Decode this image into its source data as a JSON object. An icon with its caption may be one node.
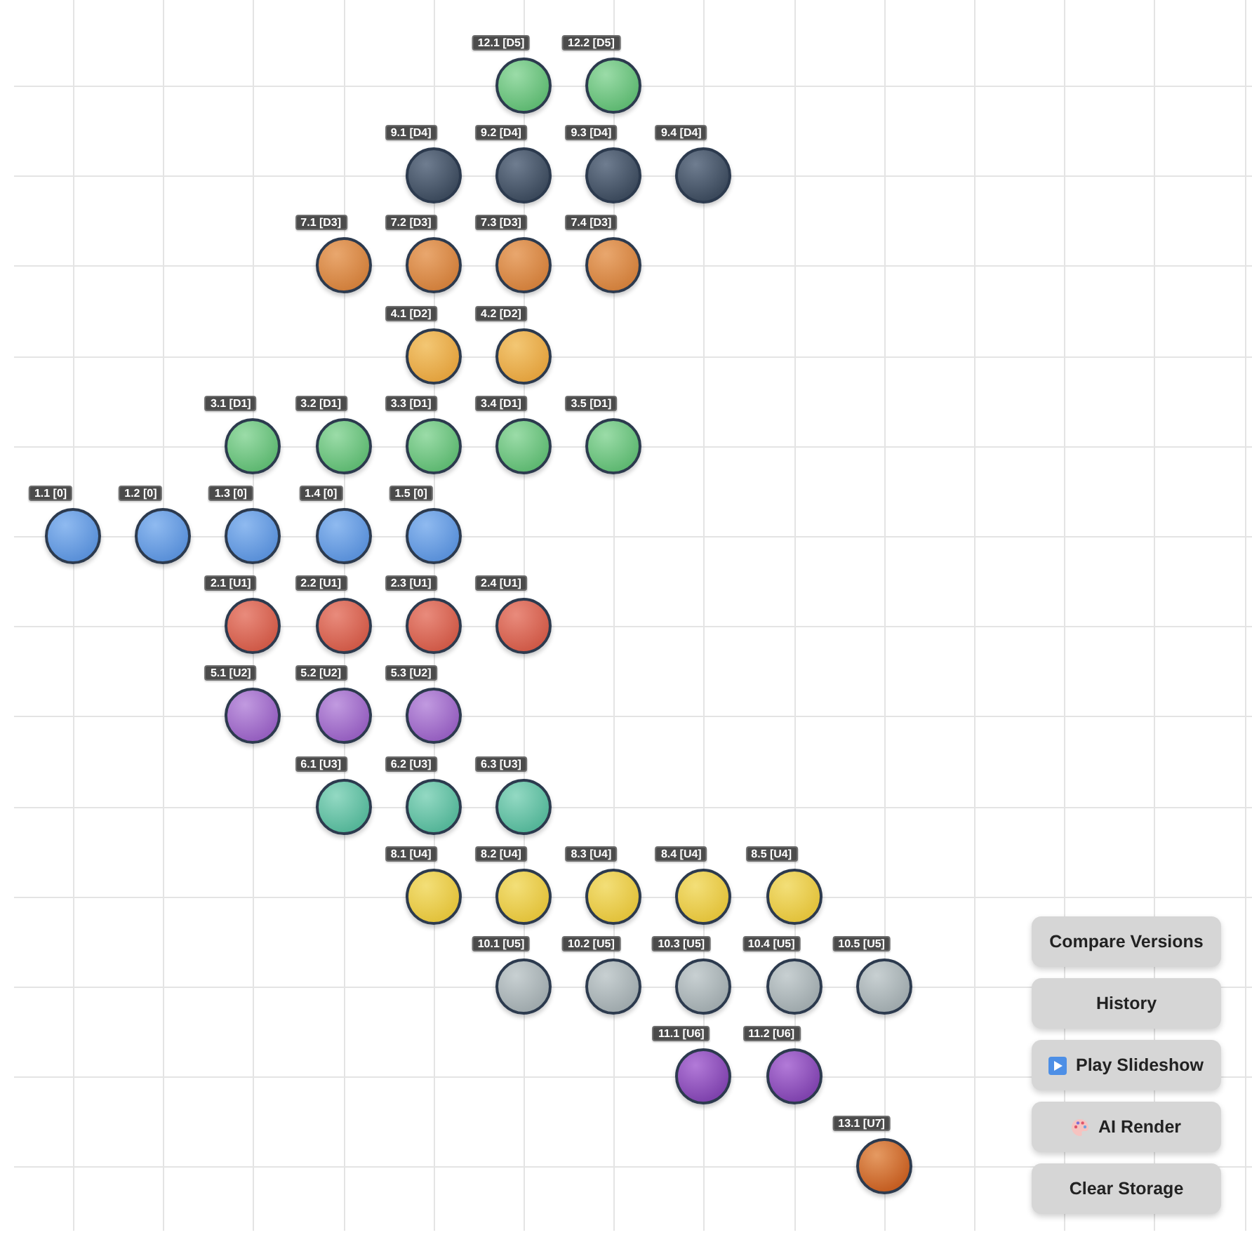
{
  "diagram": {
    "nodes": [
      {
        "text": [
          "12.1 [D5]"
        ]
      },
      {
        "text": [
          "12.2 [D5]"
        ]
      },
      {
        "text": [
          "9.1 [D4]"
        ]
      },
      {
        "text": [
          "9.2 [D4]"
        ]
      },
      {
        "text": [
          "9.3 [D4]"
        ]
      },
      {
        "text": [
          "9.4 [D4]"
        ]
      },
      {
        "text": [
          "7.1 [D3]"
        ]
      },
      {
        "text": [
          "7.2 [D3]"
        ]
      },
      {
        "text": [
          "7.3 [D3]"
        ]
      },
      {
        "text": [
          "7.4 [D3]"
        ]
      },
      {
        "text": [
          "4.1 [D2]"
        ]
      },
      {
        "text": [
          "4.2 [D2]"
        ]
      },
      {
        "text": [
          "3.1 [D1]"
        ]
      },
      {
        "text": [
          "3.2 [D1]"
        ]
      },
      {
        "text": [
          "3.3 [D1]"
        ]
      },
      {
        "text": [
          "3.4 [D1]"
        ]
      },
      {
        "text": [
          "3.5 [D1]"
        ]
      },
      {
        "text": [
          "1.1 [0]"
        ]
      },
      {
        "text": [
          "1.2 [0]"
        ]
      },
      {
        "text": [
          "1.3 [0]"
        ]
      },
      {
        "text": [
          "1.4 [0]"
        ]
      },
      {
        "text": [
          "1.5 [0]"
        ]
      },
      {
        "text": [
          "2.1 [U1]"
        ]
      },
      {
        "text": [
          "2.2 [U1]"
        ]
      },
      {
        "text": [
          "2.3 [U1]"
        ]
      },
      {
        "text": [
          "2.4 [U1]"
        ]
      },
      {
        "text": [
          "5.1 [U2]"
        ]
      },
      {
        "text": [
          "5.2 [U2]"
        ]
      },
      {
        "text": [
          "5.3 [U2]"
        ]
      },
      {
        "text": [
          "6.1 [U3]"
        ]
      },
      {
        "text": [
          "6.2 [U3]"
        ]
      },
      {
        "text": [
          "6.3 [U3]"
        ]
      },
      {
        "text": [
          "8.1 [U4]"
        ]
      },
      {
        "text": [
          "8.2 [U4]"
        ]
      },
      {
        "text": [
          "8.3 [U4]"
        ]
      },
      {
        "text": [
          "8.4 [U4]"
        ]
      },
      {
        "text": [
          "8.5 [U4]"
        ]
      },
      {
        "text": [
          "10.1 [U5]"
        ]
      },
      {
        "text": [
          "10.2 [U5]"
        ]
      },
      {
        "text": [
          "10.3 [U5]"
        ]
      },
      {
        "text": [
          "10.4 [U5]"
        ]
      },
      {
        "text": [
          "10.5 [U5]"
        ]
      },
      {
        "text": [
          "11.1 [U6]"
        ]
      },
      {
        "text": [
          "11.2 [U6]"
        ]
      },
      {
        "text": [
          "13.1 [U7]"
        ]
      }
    ],
    "labels": [
      "Compare Versions",
      "History",
      "Play Slideshow",
      "AI Render",
      "Clear Storage"
    ]
  }
}
